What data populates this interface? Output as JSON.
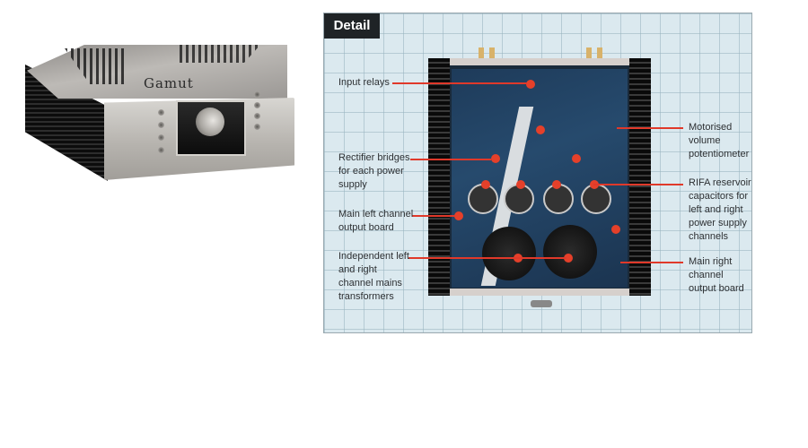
{
  "product_photo": {
    "brand_logo": "Gamut",
    "alt": "Gamut integrated amplifier, silver front panel with central volume knob and four buttons each side"
  },
  "detail_panel": {
    "tag": "Detail",
    "colors": {
      "background": "#dbe9ef",
      "grid": "#96b2be",
      "tag_bg": "#1f2326",
      "leader": "#e0392a"
    },
    "callouts_left": [
      {
        "text": "Input relays"
      },
      {
        "text": "Rectifier bridges for each power supply"
      },
      {
        "text": "Main left channel output board"
      },
      {
        "text": "Independent left and right channel mains transformers"
      }
    ],
    "callouts_right": [
      {
        "text": "Motorised volume potentiometer"
      },
      {
        "text": "RIFA reservoir capacitors for left and right power supply channels"
      },
      {
        "text": "Main right channel output board"
      }
    ]
  }
}
